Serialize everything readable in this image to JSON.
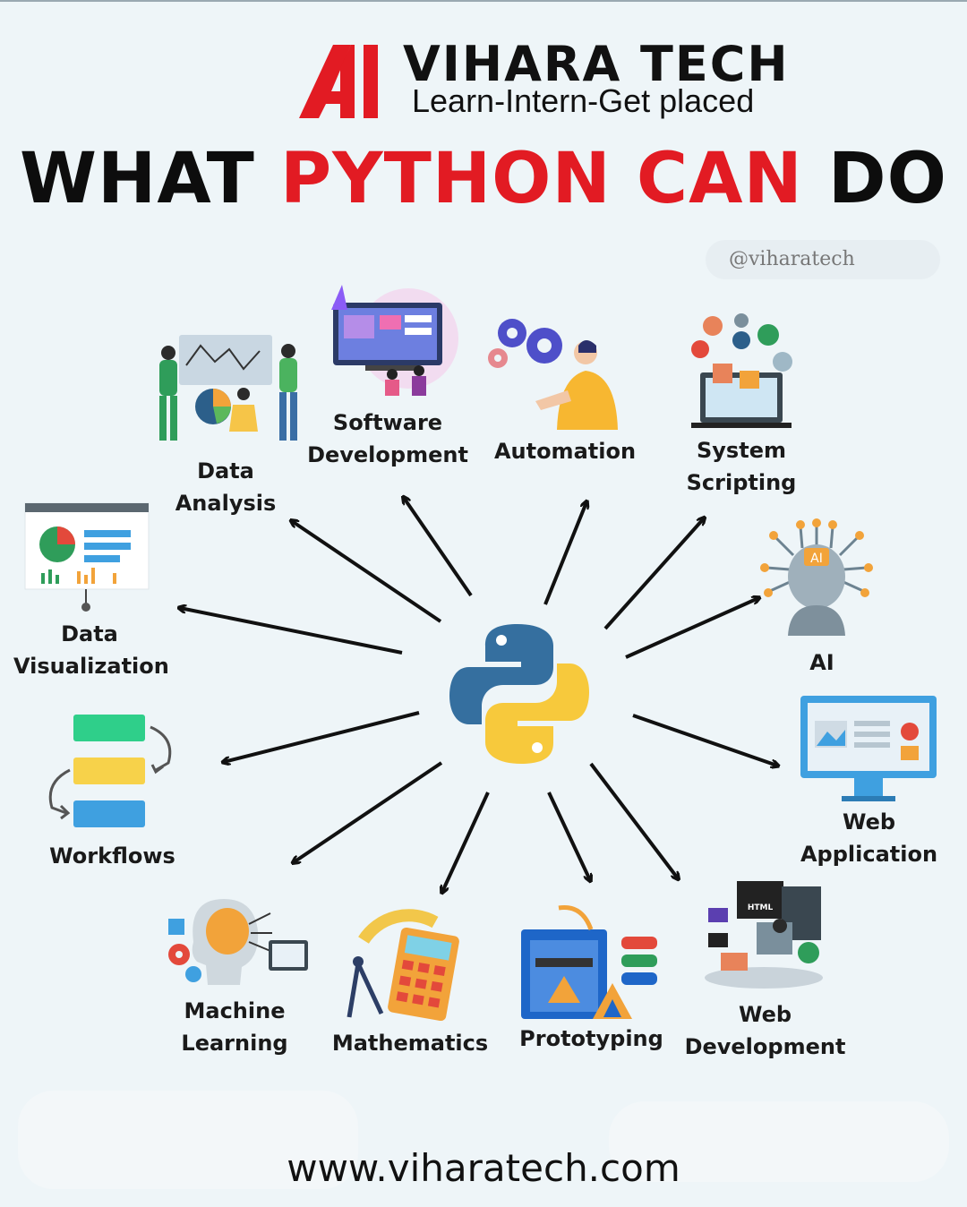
{
  "brand": {
    "name": "VIHARA TECH",
    "tagline": "Learn-Intern-Get placed",
    "color": "#e21b23"
  },
  "headline": {
    "part1": "WHAT",
    "part2": "PYTHON CAN",
    "part3": "DO",
    "accent_color": "#e21b23"
  },
  "handle": "@viharatech",
  "uses": {
    "data_analysis": [
      "Data",
      "Analysis"
    ],
    "software_development": [
      "Software",
      "Development"
    ],
    "automation": [
      "Automation"
    ],
    "system_scripting": [
      "System",
      "Scripting"
    ],
    "ai": [
      "AI"
    ],
    "data_visualization": [
      "Data",
      "Visualization"
    ],
    "web_application": [
      "Web",
      "Application"
    ],
    "workflows": [
      "Workflows"
    ],
    "machine_learning": [
      "Machine",
      "Learning"
    ],
    "mathematics": [
      "Mathematics"
    ],
    "prototyping": [
      "Prototyping"
    ],
    "web_development": [
      "Web",
      "Development"
    ]
  },
  "icons": {
    "center": "python-logo-icon",
    "data_analysis": "people-chart-icon",
    "software_development": "monitor-code-icon",
    "automation": "person-gears-icon",
    "system_scripting": "laptop-network-icon",
    "ai": "ai-head-icon",
    "data_visualization": "dashboard-chart-icon",
    "web_application": "web-monitor-icon",
    "workflows": "workflow-blocks-icon",
    "machine_learning": "brain-circuit-icon",
    "mathematics": "calculator-compass-icon",
    "prototyping": "3d-printer-icon",
    "web_development": "developer-desk-icon"
  },
  "footer": "www.viharatech.com"
}
